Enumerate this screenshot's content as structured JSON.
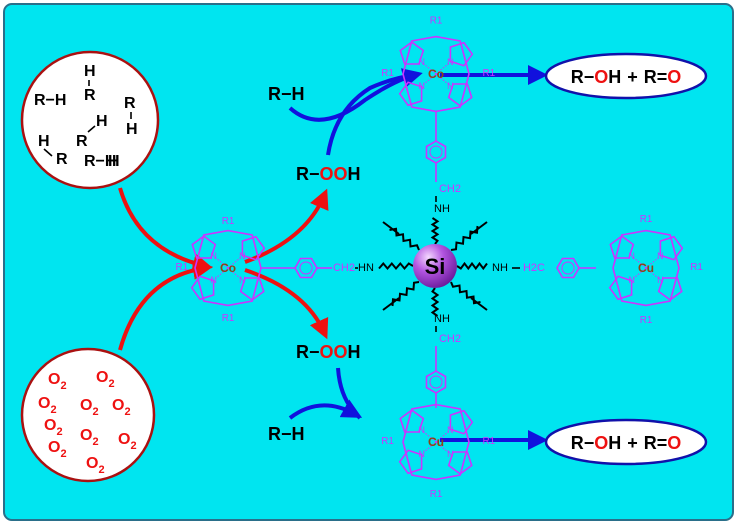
{
  "colors": {
    "background": "#00e5f0",
    "frame_border": "#2a6f8a",
    "porphyrin": "#cc33ff",
    "metal_label": "#8b4513",
    "red_arrow": "#ee1111",
    "blue_arrow": "#1111dd",
    "circle_border": "#aa1111",
    "ellipse_border": "#1111aa",
    "text": "#000000",
    "oxygen_red": "#ee1111",
    "si_sphere": "#a040d0"
  },
  "hydrocarbon_pool": {
    "items": [
      "R−H",
      "H",
      "R",
      "R",
      "H",
      "H",
      "R",
      "H",
      "R",
      "H",
      "R−H"
    ]
  },
  "oxygen_pool": {
    "items": [
      "O2",
      "O2",
      "O2",
      "O2",
      "O2",
      "O2",
      "O2",
      "O2",
      "O2",
      "O2"
    ],
    "letter": "O",
    "subscript": "2"
  },
  "reactants": {
    "top_rh": "R−H",
    "bottom_rh": "R−H",
    "top_rooh_r": "R−",
    "top_rooh_oo": "OO",
    "top_rooh_h": "H",
    "bottom_rooh_r": "R−",
    "bottom_rooh_oo": "OO",
    "bottom_rooh_h": "H"
  },
  "products": {
    "top": {
      "r1": "R−",
      "o1": "O",
      "h": "H",
      "plus": "+",
      "r2": "R=",
      "o2": "O"
    },
    "bottom": {
      "r1": "R−",
      "o1": "O",
      "h": "H",
      "plus": "+",
      "r2": "R=",
      "o2": "O"
    }
  },
  "porphyrins": {
    "left": {
      "metal": "Co",
      "r1": "R1"
    },
    "top": {
      "metal": "Co",
      "r1": "R1"
    },
    "right": {
      "metal": "Cu",
      "r1": "R1"
    },
    "bottom": {
      "metal": "Cu",
      "r1": "R1"
    }
  },
  "linker": {
    "nh": "NH",
    "hn": "HN",
    "ch2": "CH2",
    "h2c": "H2C"
  },
  "core": {
    "label": "Si"
  },
  "ring_atom": "N"
}
